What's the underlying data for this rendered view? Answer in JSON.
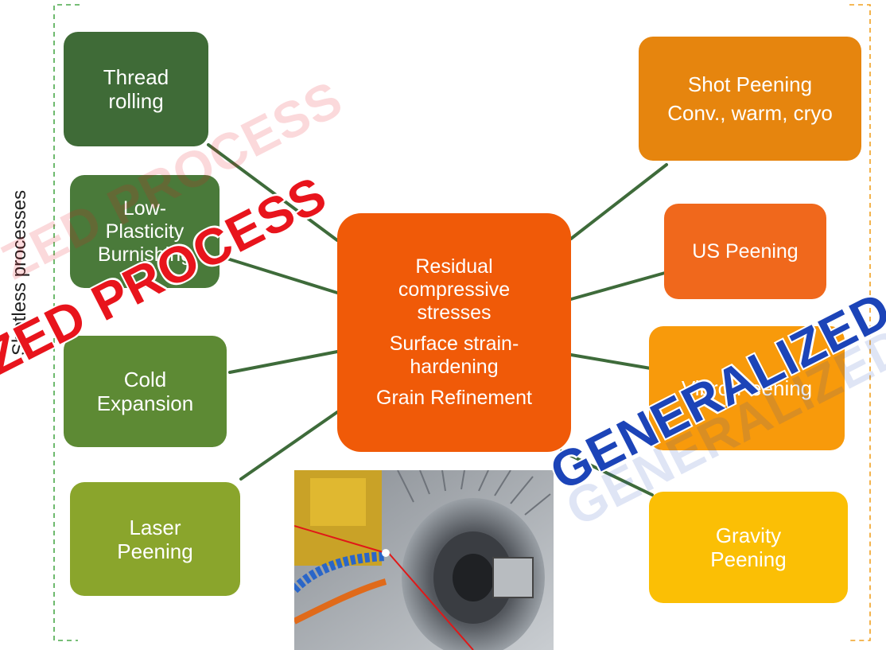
{
  "left_group_label": "Shotless processes",
  "center": {
    "line1": "Residual",
    "line2": "compressive",
    "line3": "stresses",
    "line4": "Surface strain-",
    "line5": "hardening",
    "line6": "Grain Refinement"
  },
  "left_boxes": [
    {
      "line1": "Thread",
      "line2": "rolling"
    },
    {
      "line1": "Low-",
      "line2": "Plasticity",
      "line3": "Burnishing"
    },
    {
      "line1": "Cold",
      "line2": "Expansion"
    },
    {
      "line1": "Laser",
      "line2": "Peening"
    }
  ],
  "right_boxes": [
    {
      "line1": "Shot Peening",
      "line2": "Conv., warm, cryo"
    },
    {
      "line1": "US Peening"
    },
    {
      "line1": "Vibro-Peening"
    },
    {
      "line1": "Gravity",
      "line2": "Peening"
    }
  ],
  "watermarks": {
    "left": "ZED PROCESS",
    "right": "GENERALIZED"
  },
  "colors": {
    "center": "#f05a08",
    "thread_rolling": "#3f6b37",
    "lpb": "#4a7a3a",
    "cold_expansion": "#5d8a34",
    "laser_peening": "#8aa52c",
    "shot_peening": "#e6850e",
    "us_peening": "#f0681c",
    "vibro_peening": "#f89a0b",
    "gravity_peening": "#fbbf05",
    "connector": "#3e6b3a",
    "bracket_left": "#4aa84a",
    "bracket_right": "#f0a020",
    "watermark_red": "#e8141c",
    "watermark_blue": "#1c44b8"
  }
}
